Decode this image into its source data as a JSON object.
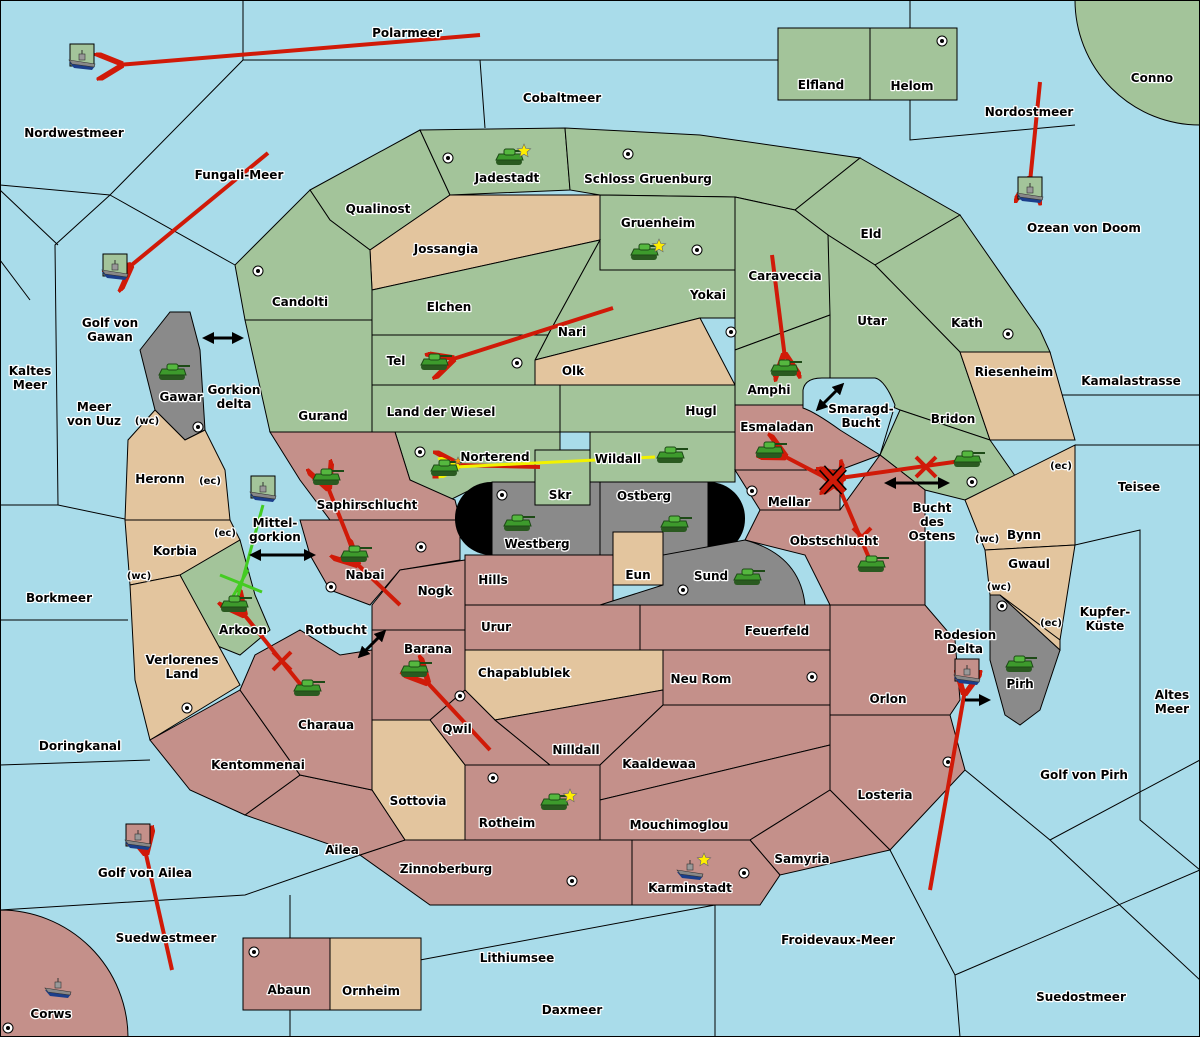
{
  "colors": {
    "sea": "#a9dcea",
    "green_power": "#a3c49a",
    "neutral": "#e3c59e",
    "red_power": "#c4908a",
    "gray": "#8a8a8a",
    "order_red": "#d01a08",
    "order_yellow": "#f2f200",
    "order_green": "#44cc22",
    "tank": "#3d9a2c",
    "star": "#ffee00"
  },
  "labels": [
    [
      "Polarmeer"
    ],
    [
      "Cobaltmeer"
    ],
    [
      "Nordwestmeer"
    ],
    [
      "Fungali-Meer"
    ],
    [
      "Nordostmeer"
    ],
    [
      "Ozean von Doom"
    ],
    [
      "Golf von",
      "Gawan"
    ],
    [
      "Kaltes",
      "Meer"
    ],
    [
      "Meer",
      "von Uuz"
    ],
    [
      "Gorkion",
      "delta"
    ],
    [
      "Kamalastrasse"
    ],
    [
      "Smaragd-",
      "Bucht"
    ],
    [
      "Teisee"
    ],
    [
      "Bucht",
      "des",
      "Ostens"
    ],
    [
      "Mittel-",
      "gorkion"
    ],
    [
      "Borkmeer"
    ],
    [
      "Rotbucht"
    ],
    [
      "Kupfer-",
      "Küste"
    ],
    [
      "Rodesion",
      "Delta"
    ],
    [
      "Altes",
      "Meer"
    ],
    [
      "Doringkanal"
    ],
    [
      "Golf von Pirh"
    ],
    [
      "Golf von Ailea"
    ],
    [
      "Suedwestmeer"
    ],
    [
      "Froidevaux-Meer"
    ],
    [
      "Lithiumsee"
    ],
    [
      "Daxmeer"
    ],
    [
      "Suedostmeer"
    ],
    [
      "Corws"
    ],
    [
      "Conno"
    ],
    [
      "Elfland"
    ],
    [
      "Helom"
    ],
    [
      "Jadestadt"
    ],
    [
      "Schloss Gruenburg"
    ],
    [
      "Qualinost"
    ],
    [
      "Gruenheim"
    ],
    [
      "Eld"
    ],
    [
      "Jossangia"
    ],
    [
      "Caraveccia"
    ],
    [
      "Candolti"
    ],
    [
      "Yokai"
    ],
    [
      "Elchen"
    ],
    [
      "Nari"
    ],
    [
      "Utar"
    ],
    [
      "Kath"
    ],
    [
      "Tel"
    ],
    [
      "Olk"
    ],
    [
      "Riesenheim"
    ],
    [
      "Amphi"
    ],
    [
      "Gawar"
    ],
    [
      "Land der Wiesel"
    ],
    [
      "Hugl"
    ],
    [
      "Gurand"
    ],
    [
      "Bridon"
    ],
    [
      "Esmaladan"
    ],
    [
      "Norterend"
    ],
    [
      "Wildall"
    ],
    [
      "Heronn"
    ],
    [
      "Skr"
    ],
    [
      "Ostberg"
    ],
    [
      "Saphirschlucht"
    ],
    [
      "Mellar"
    ],
    [
      "Bynn"
    ],
    [
      "Westberg"
    ],
    [
      "Obstschlucht"
    ],
    [
      "Korbia"
    ],
    [
      "Gwaul"
    ],
    [
      "Nabai"
    ],
    [
      "Eun"
    ],
    [
      "Sund"
    ],
    [
      "Hills"
    ],
    [
      "Nogk"
    ],
    [
      "Urur"
    ],
    [
      "Feuerfeld"
    ],
    [
      "Arkoon"
    ],
    [
      "Barana"
    ],
    [
      "Verlorenes",
      "Land"
    ],
    [
      "Chapablublek"
    ],
    [
      "Neu Rom"
    ],
    [
      "Pirh"
    ],
    [
      "Orlon"
    ],
    [
      "Charaua"
    ],
    [
      "Qwil"
    ],
    [
      "Nilldall"
    ],
    [
      "Kaaldewaa"
    ],
    [
      "Kentommenai"
    ],
    [
      "Losteria"
    ],
    [
      "Sottovia"
    ],
    [
      "Rotheim"
    ],
    [
      "Mouchimoglou"
    ],
    [
      "Ailea"
    ],
    [
      "Samyria"
    ],
    [
      "Zinnoberburg"
    ],
    [
      "Karminstadt"
    ],
    [
      "Abaun"
    ],
    [
      "Ornheim"
    ]
  ],
  "coast_tags": [
    "(wc)",
    "(ec)",
    "(ec)",
    "(wc)",
    "(ec)",
    "(wc)",
    "(wc)",
    "(ec)"
  ],
  "units": [
    {
      "type": "army",
      "icon": "tank-icon"
    },
    {
      "type": "army",
      "icon": "tank-icon"
    },
    {
      "type": "army",
      "icon": "tank-icon"
    },
    {
      "type": "army",
      "icon": "tank-icon"
    },
    {
      "type": "army",
      "icon": "tank-icon"
    },
    {
      "type": "army",
      "icon": "tank-icon"
    },
    {
      "type": "army",
      "icon": "tank-icon"
    },
    {
      "type": "army",
      "icon": "tank-icon"
    },
    {
      "type": "army",
      "icon": "tank-icon"
    },
    {
      "type": "army",
      "icon": "tank-icon"
    },
    {
      "type": "army",
      "icon": "tank-icon"
    },
    {
      "type": "army",
      "icon": "tank-icon"
    },
    {
      "type": "army",
      "icon": "tank-icon"
    },
    {
      "type": "army",
      "icon": "tank-icon"
    },
    {
      "type": "army",
      "icon": "tank-icon"
    },
    {
      "type": "army",
      "icon": "tank-icon"
    },
    {
      "type": "army",
      "icon": "tank-icon"
    },
    {
      "type": "army",
      "icon": "tank-icon"
    },
    {
      "type": "army",
      "icon": "tank-icon"
    },
    {
      "type": "army",
      "icon": "tank-icon"
    },
    {
      "type": "fleet",
      "icon": "ship-icon",
      "owner": "green_power"
    },
    {
      "type": "fleet",
      "icon": "ship-icon",
      "owner": "green_power"
    },
    {
      "type": "fleet",
      "icon": "ship-icon",
      "owner": "green_power"
    },
    {
      "type": "fleet",
      "icon": "ship-icon",
      "owner": "green_power"
    },
    {
      "type": "fleet",
      "icon": "ship-icon",
      "owner": "red_power"
    },
    {
      "type": "fleet",
      "icon": "ship-icon",
      "owner": "red_power"
    },
    {
      "type": "fleet",
      "icon": "ship-icon",
      "owner": "none"
    },
    {
      "type": "fleet",
      "icon": "ship-icon",
      "owner": "none"
    }
  ],
  "orders": {
    "moves_red": 14,
    "move_yellow": 1,
    "support_green": 1,
    "convoy_black": 6,
    "failed_marks": 4
  }
}
